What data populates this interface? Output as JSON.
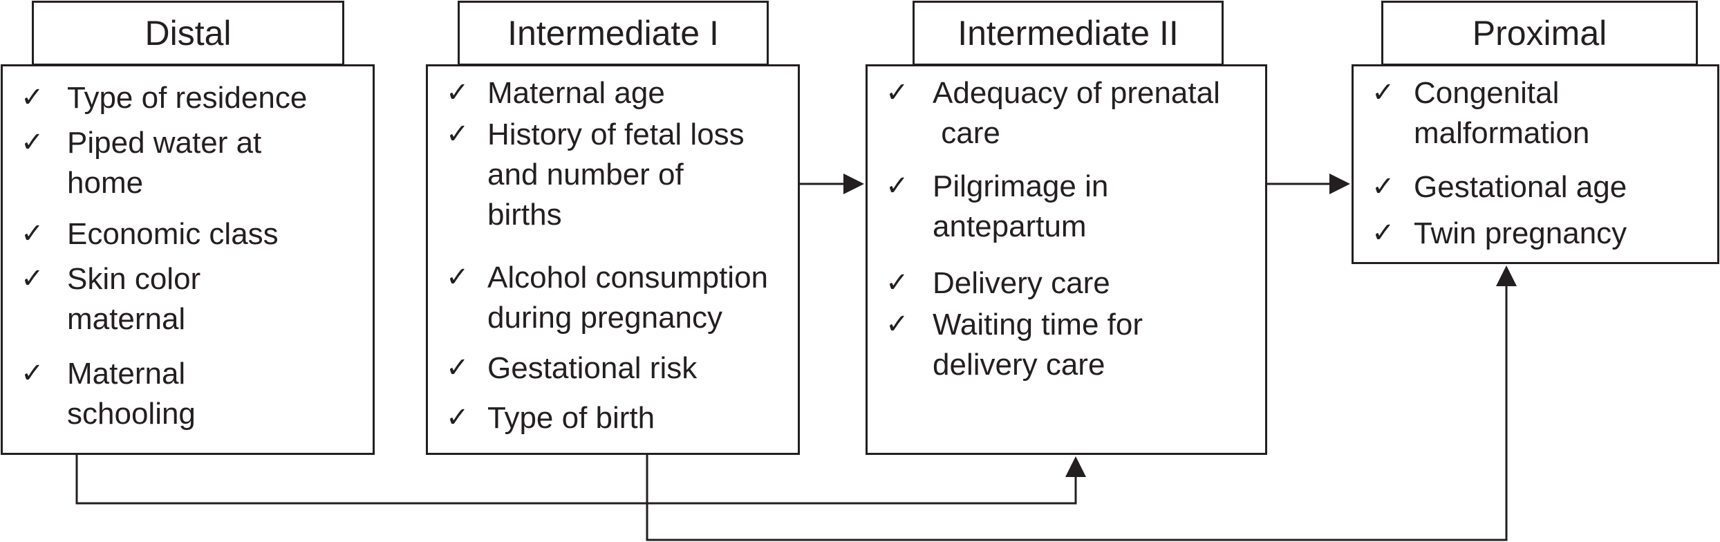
{
  "check_glyph": "✓",
  "columns": [
    {
      "title": "Distal",
      "items": [
        [
          "Type of residence"
        ],
        [
          "Piped water at",
          "home"
        ],
        [
          "Economic class"
        ],
        [
          "Skin color",
          "maternal"
        ],
        [
          "Maternal",
          "schooling"
        ]
      ]
    },
    {
      "title": "Intermediate I",
      "items": [
        [
          "Maternal age"
        ],
        [
          "History of fetal loss",
          "and number of",
          "births"
        ],
        [
          "Alcohol consumption",
          "during pregnancy"
        ],
        [
          "Gestational risk"
        ],
        [
          "Type of birth"
        ]
      ]
    },
    {
      "title": "Intermediate II",
      "items": [
        [
          "Adequacy of prenatal",
          " care"
        ],
        [
          "Pilgrimage in",
          "antepartum"
        ],
        [
          "Delivery care"
        ],
        [
          "Waiting time for",
          "delivery care"
        ]
      ]
    },
    {
      "title": "Proximal",
      "items": [
        [
          "Congenital",
          "malformation"
        ],
        [
          "Gestational age"
        ],
        [
          "Twin pregnancy"
        ]
      ]
    }
  ],
  "links": [
    {
      "from": "Intermediate I",
      "to": "Intermediate II"
    },
    {
      "from": "Intermediate II",
      "to": "Proximal"
    },
    {
      "from": "Distal",
      "to": "Intermediate II"
    },
    {
      "from": "Intermediate I",
      "to": "Proximal"
    }
  ]
}
